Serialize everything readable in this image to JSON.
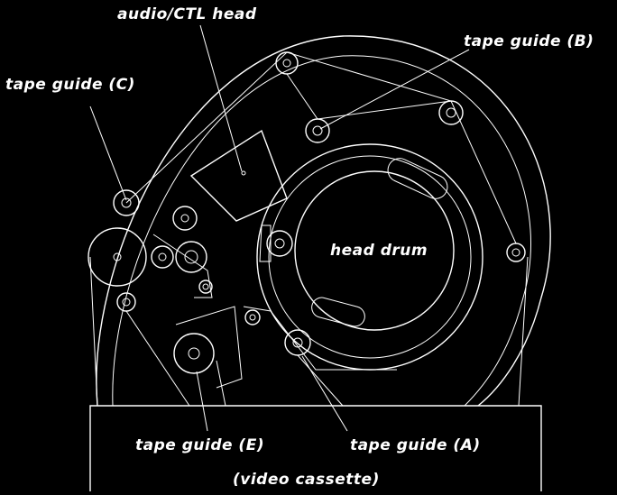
{
  "labels": {
    "audio_ctl_head": "audio/CTL head",
    "tape_guide_b": "tape guide (B)",
    "tape_guide_c": "tape guide (C)",
    "head_drum": "head drum",
    "tape_guide_e": "tape guide (E)",
    "tape_guide_a": "tape guide (A)",
    "video_cassette": "(video cassette)"
  },
  "colors": {
    "background": "#000000",
    "line": "#ffffff"
  }
}
